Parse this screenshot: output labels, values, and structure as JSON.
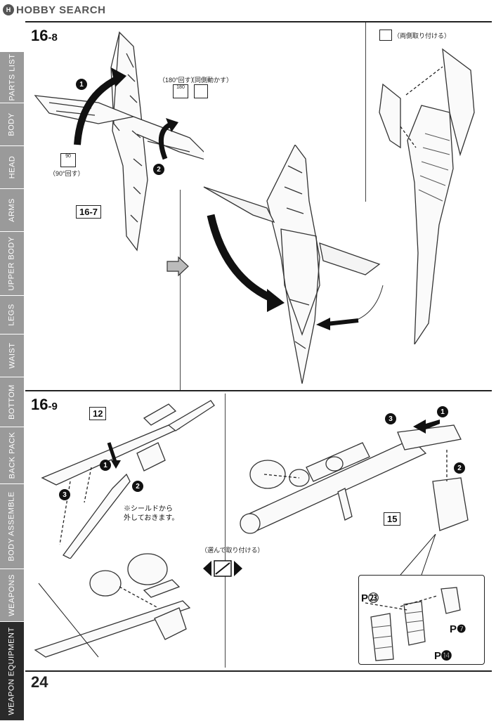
{
  "header": {
    "logo_mark": "H",
    "logo_text": "HOBBY SEARCH"
  },
  "sidebar": {
    "items": [
      {
        "label": "PARTS LIST"
      },
      {
        "label": "BODY"
      },
      {
        "label": "HEAD"
      },
      {
        "label": "ARMS"
      },
      {
        "label": "UPPER BODY"
      },
      {
        "label": "LEGS"
      },
      {
        "label": "WAIST"
      },
      {
        "label": "BOTTOM"
      },
      {
        "label": "BACK PACK"
      },
      {
        "label": "BODY ASSEMBLE"
      },
      {
        "label": "WEAPONS"
      },
      {
        "label": "WEAPON EQUIPMENT"
      }
    ],
    "active": "WEAPON EQUIPMENT"
  },
  "step_16_8": {
    "step_main": "16",
    "step_sub": "-8",
    "ref_part": "16-7",
    "note_rotate_180": "（180°回す）",
    "note_move_both": "（同側動かす）",
    "note_rotate_90": "（90°回す）",
    "icon_90": "90",
    "icon_180": "180",
    "note_attach_both": "（両側取り付ける）",
    "num1": "1",
    "num2": "2"
  },
  "step_16_9": {
    "step_main": "16",
    "step_sub": "-9",
    "part_12": "12",
    "part_15": "15",
    "note_shield": "※シールドから\n外しておきます。",
    "note_choose": "（選んで取り付ける）",
    "num1": "1",
    "num2": "2",
    "num3": "3"
  },
  "hand_parts": {
    "p23": "P㉓",
    "p7": "P❼",
    "p14": "P⓮"
  },
  "page_number": "24"
}
